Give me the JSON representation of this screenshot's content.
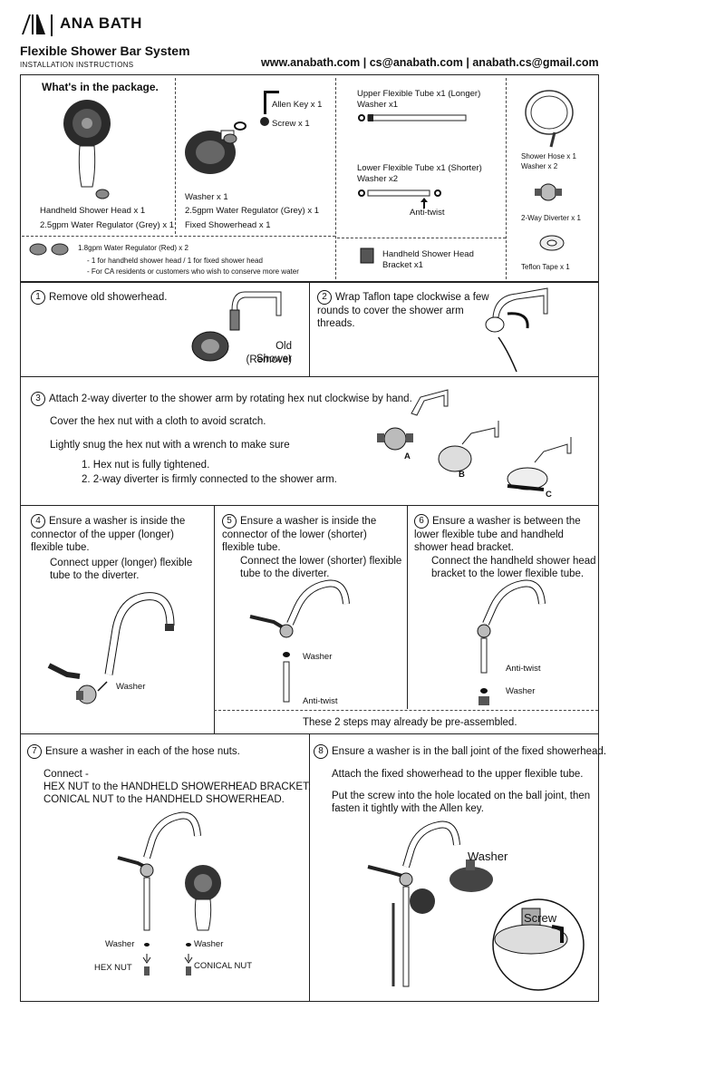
{
  "header": {
    "brand": "ANA BATH",
    "title": "Flexible Shower Bar System",
    "subtitle": "INSTALLATION INSTRUCTIONS",
    "contact": "www.anabath.com | cs@anabath.com | anabath.cs@gmail.com"
  },
  "package": {
    "heading": "What's in the package.",
    "allen_key": "Allen Key x 1",
    "screw": "Screw x 1",
    "handheld_head": "Handheld Shower Head x 1",
    "handheld_regulator": "2.5gpm Water Regulator (Grey) x 1",
    "washer": "Washer x 1",
    "fixed_regulator": "2.5gpm Water Regulator (Grey)  x 1",
    "fixed_head": "Fixed Showerhead x 1",
    "red_regulator": "1.8gpm Water Regulator (Red) x 2",
    "red_note_1": "- 1 for handheld shower head / 1 for fixed shower head",
    "red_note_2": "- For CA residents or customers who wish to conserve more water",
    "upper_tube": "Upper Flexible Tube x1 (Longer)",
    "upper_washer": "Washer x1",
    "lower_tube": "Lower Flexible Tube x1 (Shorter)",
    "lower_washer": "Washer x2",
    "anti_twist": "Anti-twist",
    "bracket_1": "Handheld Shower Head",
    "bracket_2": "Bracket x1",
    "hose": "Shower Hose x 1",
    "hose_washer": "Washer x 2",
    "diverter": "2-Way Diverter x 1",
    "tape": "Teflon Tape x 1"
  },
  "step1": {
    "num": "1",
    "text": "Remove old showerhead.",
    "label1": "Old Shower",
    "label2": "(Remove)"
  },
  "step2": {
    "num": "2",
    "text": "Wrap Taflon tape clockwise a few\nrounds to cover the shower arm\nthreads."
  },
  "step3": {
    "num": "3",
    "text": "Attach 2-way diverter to the shower arm by rotating hex nut clockwise by hand.",
    "line2": "Cover the hex nut with a cloth to avoid  scratch.",
    "line3": "Lightly snug the hex nut with a wrench to make sure",
    "item1": "1. Hex nut is fully tightened.",
    "item2": "2. 2-way diverter is firmly connected to the shower arm.",
    "a": "A",
    "b": "B",
    "c": "C"
  },
  "step4": {
    "num": "4",
    "text": "Ensure a washer is inside the\nconnector of the upper (longer)\nflexible tube.",
    "text2": "Connect upper (longer) flexible\ntube to the diverter.",
    "washer": "Washer"
  },
  "step5": {
    "num": "5",
    "text": "Ensure a washer is inside the\nconnector of the lower (shorter)\nflexible tube.",
    "text2": "Connect the lower (shorter) flexible\ntube to the diverter.",
    "washer": "Washer",
    "anti_twist": "Anti-twist"
  },
  "step6": {
    "num": "6",
    "text": "Ensure a washer is between the\nlower flexible tube and handheld\nshower head bracket.",
    "text2": "Connect the handheld shower head\nbracket to the lower flexible tube.",
    "anti_twist": "Anti-twist",
    "washer": "Washer"
  },
  "preassembled": "These 2 steps may already be pre-assembled.",
  "step7": {
    "num": "7",
    "text": "Ensure a washer in each of the hose nuts.",
    "text2": "Connect -\nHEX NUT to the HANDHELD SHOWERHEAD BRACKET;\nCONICAL NUT to the HANDHELD SHOWERHEAD.",
    "washer_left": "Washer",
    "washer_right": "Washer",
    "hex_nut": "HEX NUT",
    "conical_nut": "CONICAL NUT"
  },
  "step8": {
    "num": "8",
    "text": "Ensure a washer is in the ball joint of the fixed showerhead.",
    "text2": "Attach the fixed showerhead to the upper flexible tube.",
    "text3": "Put the screw into the hole located on the ball joint, then\nfasten it tightly with the Allen key.",
    "washer": "Washer",
    "screw": "Screw"
  }
}
